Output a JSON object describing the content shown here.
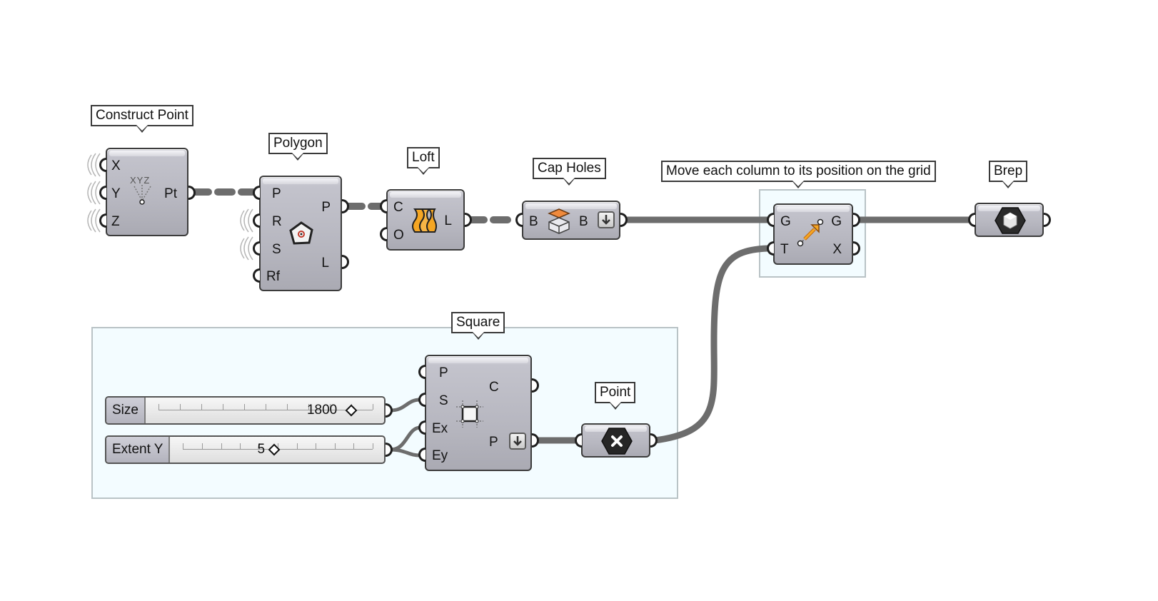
{
  "labels": {
    "construct_point": "Construct Point",
    "polygon": "Polygon",
    "loft": "Loft",
    "cap_holes": "Cap Holes",
    "move": "Move each column to its position on the grid",
    "brep": "Brep",
    "square": "Square",
    "point": "Point"
  },
  "nodes": {
    "construct_point": {
      "inputs": [
        "X",
        "Y",
        "Z"
      ],
      "outputs": [
        "Pt"
      ],
      "icon_text": "XYZ"
    },
    "polygon": {
      "inputs": [
        "P",
        "R",
        "S",
        "Rf"
      ],
      "outputs": [
        "P",
        "L"
      ]
    },
    "loft": {
      "inputs": [
        "C",
        "O"
      ],
      "outputs": [
        "L"
      ]
    },
    "cap_holes": {
      "inputs": [
        "B"
      ],
      "outputs": [
        "B"
      ]
    },
    "move": {
      "inputs": [
        "G",
        "T"
      ],
      "outputs": [
        "G",
        "X"
      ]
    },
    "square": {
      "inputs": [
        "P",
        "S",
        "Ex",
        "Ey"
      ],
      "outputs": [
        "C",
        "P"
      ]
    }
  },
  "sliders": {
    "size": {
      "name": "Size",
      "value": "1800",
      "fraction": 0.92
    },
    "extent_y": {
      "name": "Extent Y",
      "value": "5",
      "fraction": 0.46
    }
  },
  "colors": {
    "wire": "#6d6d6d",
    "group_fill": "#f3fcff",
    "group_border": "#b9c3c6",
    "loft_icon": "#f5a623",
    "cap_icon": "#f08a3c"
  },
  "icons": {
    "construct_point": "xyz-point-icon",
    "polygon": "pentagon-icon",
    "loft": "loft-icon",
    "cap_holes": "cap-holes-icon",
    "move": "move-arrow-icon",
    "brep": "brep-hexagon-icon",
    "square": "square-icon",
    "point": "point-x-icon"
  }
}
